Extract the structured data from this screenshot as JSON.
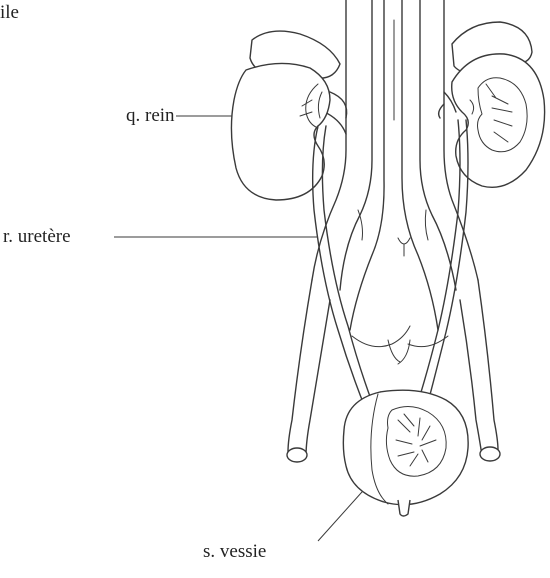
{
  "labels": {
    "top_fragment": "ile",
    "kidney": "q. rein",
    "ureter": "r. uretère",
    "bladder": "s. vessie"
  }
}
